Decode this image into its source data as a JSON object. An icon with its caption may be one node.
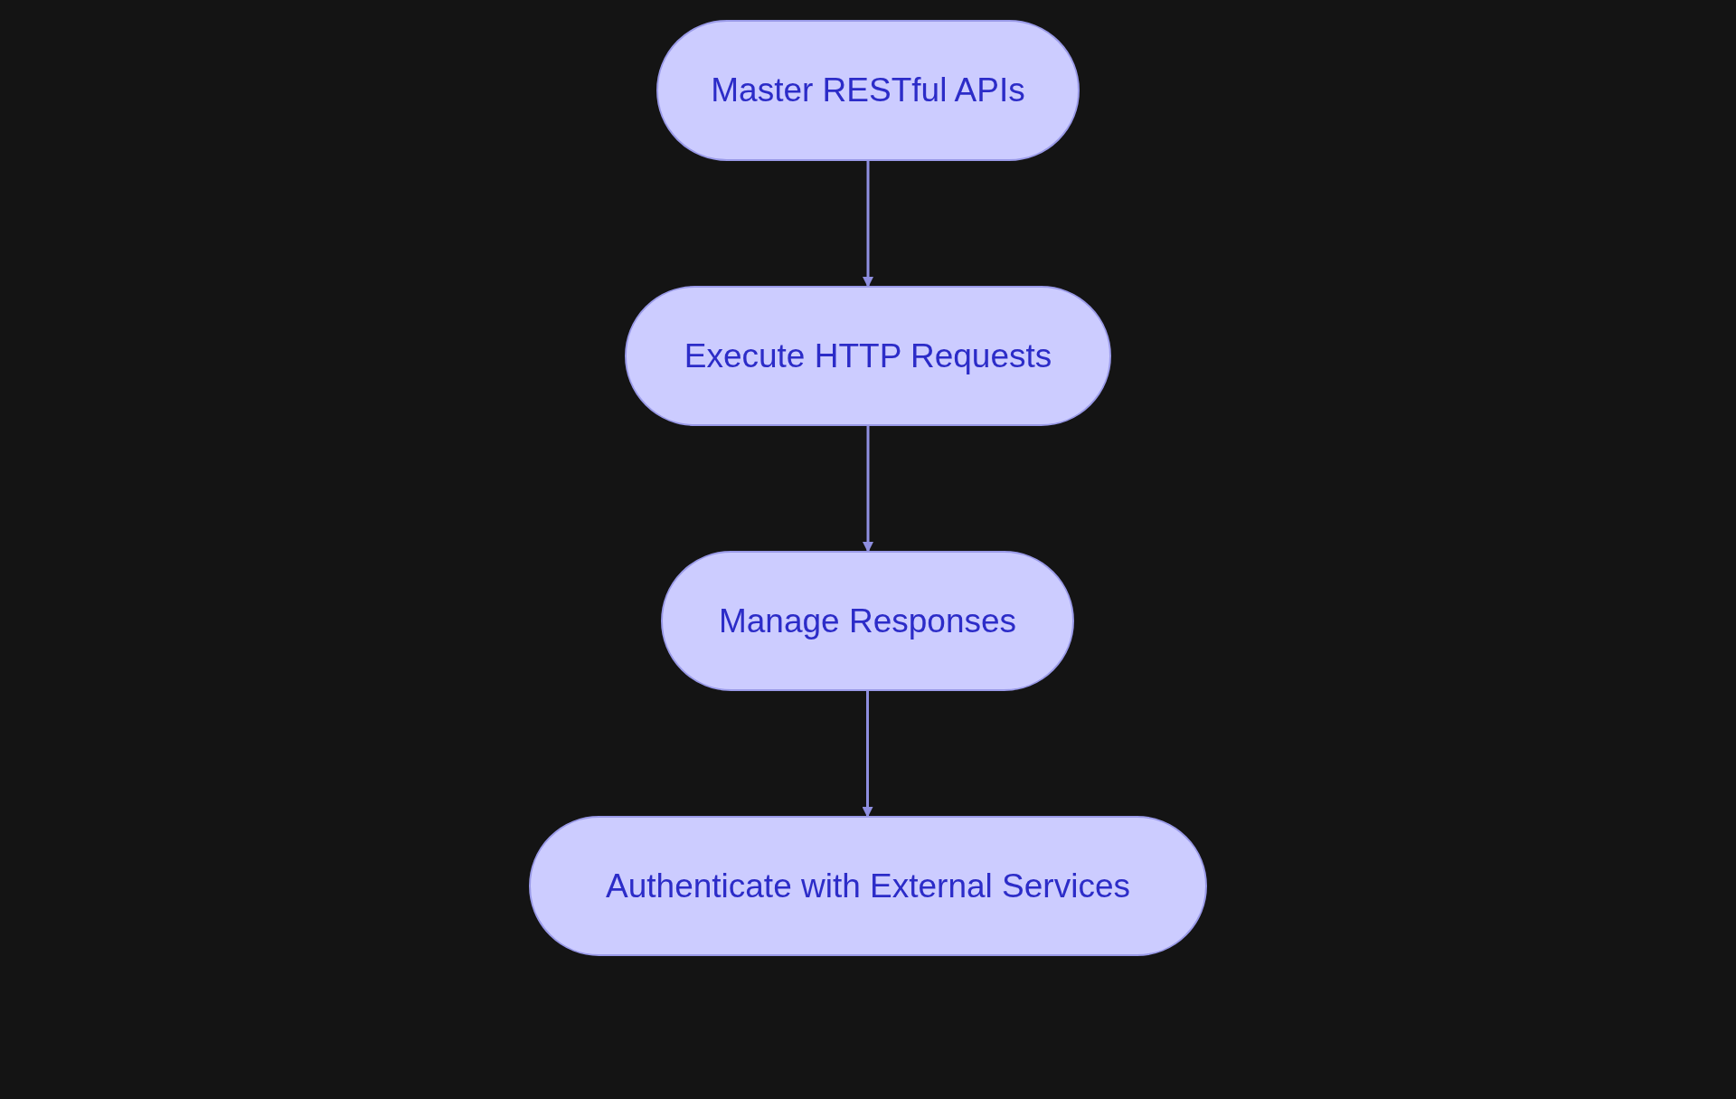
{
  "diagram": {
    "nodes": [
      {
        "text": [
          "Master RESTful APIs"
        ]
      },
      {
        "text": [
          "Execute HTTP Requests"
        ]
      },
      {
        "text": [
          "Manage Responses"
        ]
      },
      {
        "text": [
          "Authenticate with External Services"
        ]
      }
    ],
    "edges": [
      {
        "from": 0,
        "to": 1,
        "arrow": "to"
      },
      {
        "from": 1,
        "to": 2,
        "arrow": "to"
      },
      {
        "from": 2,
        "to": 3,
        "arrow": "to"
      }
    ]
  }
}
